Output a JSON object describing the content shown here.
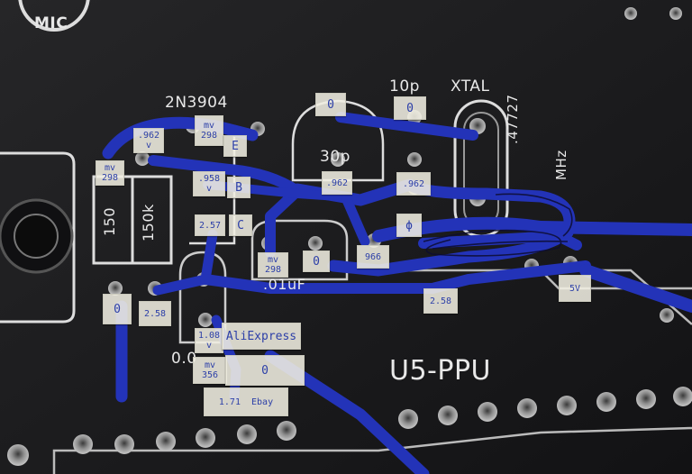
{
  "silkscreen": {
    "mic": "MIC",
    "transistor": "2N3904",
    "cap_10p": "10p",
    "cap_30p": "30p",
    "xtal": "XTAL",
    "freq": ".47727",
    "mhz": "MHz",
    "r150": "150",
    "r150k": "150k",
    "cap_01": ".01uF",
    "u5": "U5-PPU",
    "partial_0": "0.0"
  },
  "tags": {
    "top_0": "0",
    "top_0b": "0",
    "mv298_left": "mv\n298",
    "v962": ".962\nv",
    "mv298_e": "mv\n298",
    "e": "E",
    "v958": ".958\nv",
    "b": "B",
    "v257": "2.57",
    "c": "C",
    "v962_mid": ".962",
    "v962_right": ".962",
    "phi": "ϕ",
    "mv298_low": "mv\n298",
    "zero_mid": "0",
    "v966": "966",
    "zero_left": "0",
    "v258_left": "2.58",
    "v258_right": "2.58",
    "v5": "5V",
    "ali_val": "1.08\nv",
    "ali": "AliExpress",
    "mv356": "mv\n356",
    "zero_ebay": "0",
    "ebay": "1.71  Ebay"
  },
  "colors": {
    "board": "#1a1a1c",
    "silkscreen": "#e8e8e8",
    "tape": "#2333b8",
    "tag": "#f0eee1",
    "ink": "#2c3fa8"
  }
}
